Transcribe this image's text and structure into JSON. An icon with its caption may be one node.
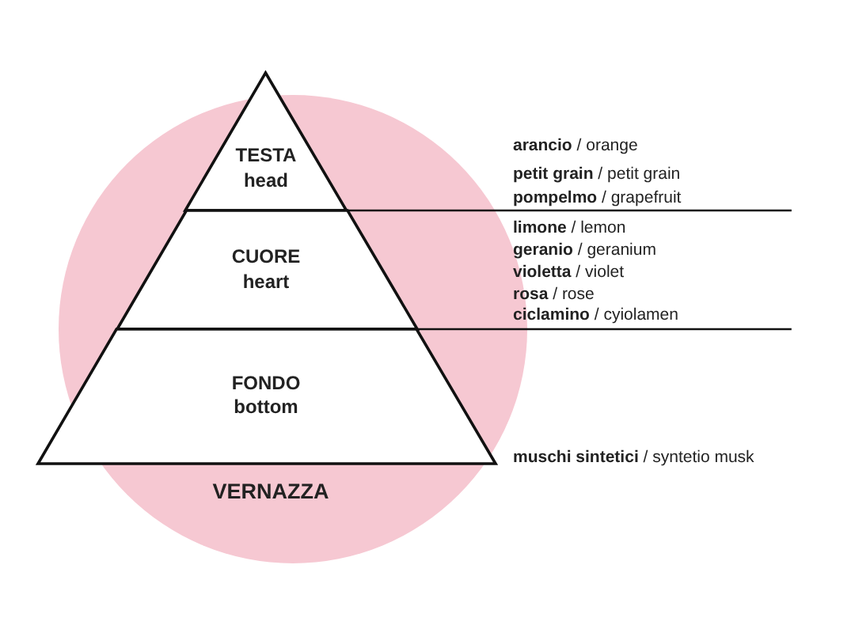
{
  "diagram": {
    "nodes": [
      {
        "text": [
          "TESTA",
          "head"
        ]
      },
      {
        "text": [
          "CUORE",
          "heart"
        ]
      },
      {
        "text": [
          "FONDO",
          "bottom"
        ]
      }
    ],
    "labels": [
      "**arancio** / orange",
      "**petit grain** / petit grain",
      "**pompelmo** / grapefruit",
      "**limone** / lemon",
      "**geranio** / geranium",
      "**violetta** / violet",
      "**rosa** / rose",
      "**ciclamino** / cyiolamen",
      "**muschi sintetici** / syntetio musk",
      "VERNAZZA"
    ]
  }
}
